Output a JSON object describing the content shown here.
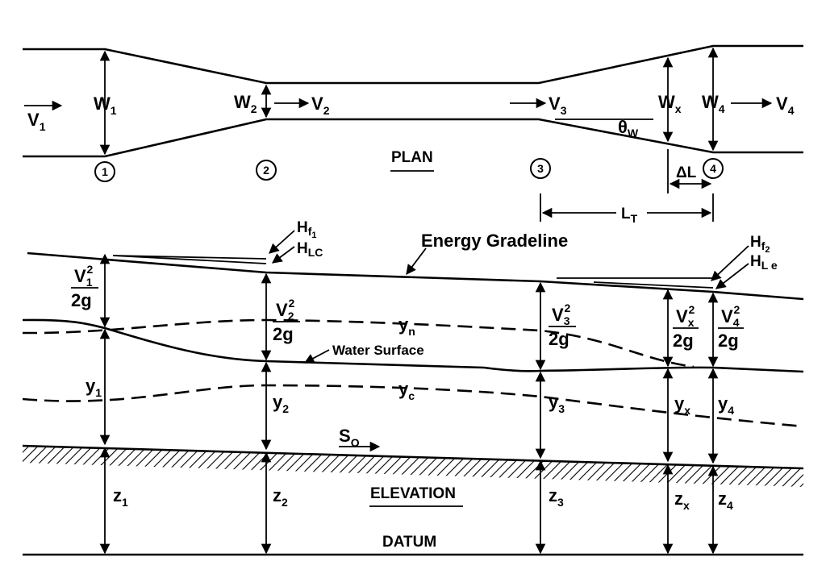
{
  "plan": {
    "title": "PLAN",
    "V1": "V",
    "V1_sub": "1",
    "W1": "W",
    "W1_sub": "1",
    "W2": "W",
    "W2_sub": "2",
    "V2": "V",
    "V2_sub": "2",
    "V3": "V",
    "V3_sub": "3",
    "theta": "θ",
    "theta_sub": "W",
    "Wx": "W",
    "Wx_sub": "x",
    "W4": "W",
    "W4_sub": "4",
    "V4": "V",
    "V4_sub": "4",
    "sec1": "1",
    "sec2": "2",
    "sec3": "3",
    "sec4": "4",
    "dL": "ΔL",
    "LT": "L",
    "LT_sub": "T"
  },
  "elevation": {
    "title": "ELEVATION",
    "datum": "DATUM",
    "energy": "Energy Gradeline",
    "water": "Water Surface",
    "Hf1": "H",
    "Hf1_sub": "f",
    "Hf1_subsub": "1",
    "HLC": "H",
    "HLC_sub": "LC",
    "Hf2": "H",
    "Hf2_sub": "f",
    "Hf2_subsub": "2",
    "HLe": "H",
    "HLe_sub": "L e",
    "yn": "y",
    "yn_sub": "n",
    "yc": "y",
    "yc_sub": "c",
    "So": "S",
    "So_sub": "O",
    "vh1": "V",
    "vh1_sub": "1",
    "vh1_sup": "2",
    "vh1_den": "2g",
    "vh2": "V",
    "vh2_sub": "2",
    "vh2_sup": "2",
    "vh2_den": "2g",
    "vh3": "V",
    "vh3_sub": "3",
    "vh3_sup": "2",
    "vh3_den": "2g",
    "vhx": "V",
    "vhx_sub": "x",
    "vhx_sup": "2",
    "vhx_den": "2g",
    "vh4": "V",
    "vh4_sub": "4",
    "vh4_sup": "2",
    "vh4_den": "2g",
    "y1": "y",
    "y1_sub": "1",
    "y2": "y",
    "y2_sub": "2",
    "y3": "y",
    "y3_sub": "3",
    "yx": "y",
    "yx_sub": "x",
    "y4": "y",
    "y4_sub": "4",
    "z1": "z",
    "z1_sub": "1",
    "z2": "z",
    "z2_sub": "2",
    "z3": "z",
    "z3_sub": "3",
    "zx": "z",
    "zx_sub": "x",
    "z4": "z",
    "z4_sub": "4"
  }
}
